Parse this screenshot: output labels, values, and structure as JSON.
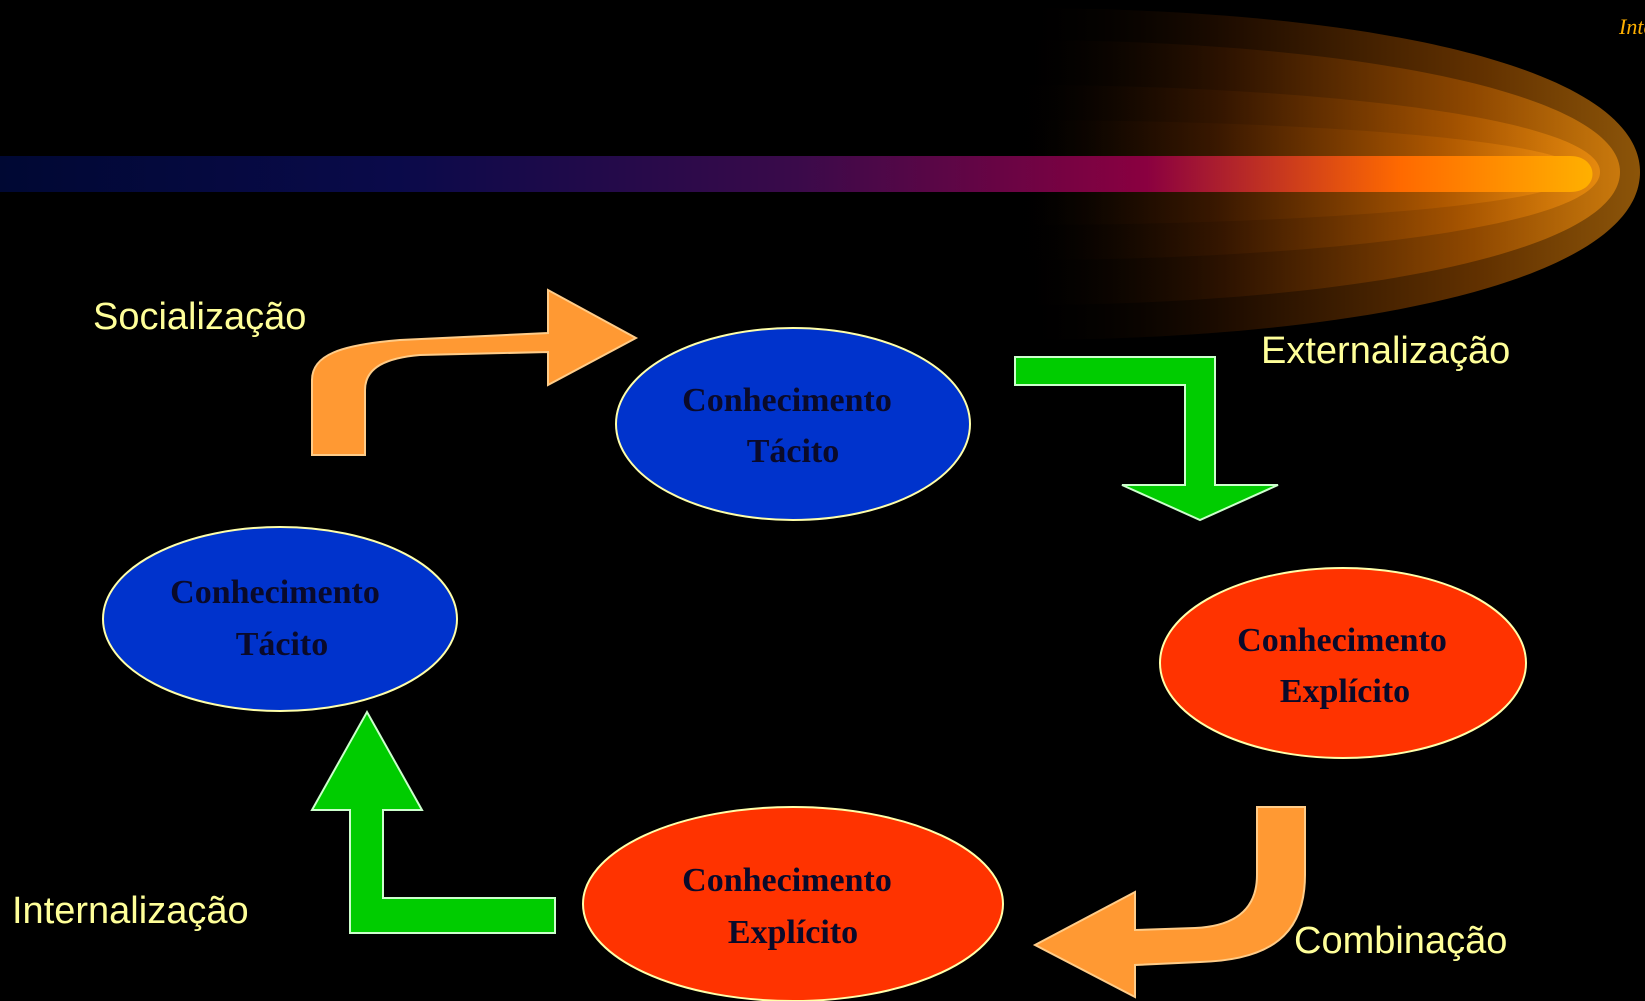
{
  "header": {
    "text": "Intelect"
  },
  "nodes": [
    {
      "id": "tacito-top",
      "line1": "Conhecimento",
      "line2": "Tácito",
      "fill": "#0033cc"
    },
    {
      "id": "tacito-left",
      "line1": "Conhecimento",
      "line2": "Tácito",
      "fill": "#0033cc"
    },
    {
      "id": "explicito-right",
      "line1": "Conhecimento",
      "line2": "Explícito",
      "fill": "#ff3300"
    },
    {
      "id": "explicito-bottom",
      "line1": "Conhecimento",
      "line2": "Explícito",
      "fill": "#ff3300"
    }
  ],
  "processes": {
    "socializacao": "Socialização",
    "externalizacao": "Externalização",
    "combinacao": "Combinação",
    "internalizacao": "Internalização"
  },
  "colors": {
    "background": "#000000",
    "label_text": "#ffff99",
    "orange_arrow": "#ff9933",
    "green_arrow": "#00cc00",
    "ellipse_outline": "#ffffaa",
    "header_text": "#ffb000"
  }
}
